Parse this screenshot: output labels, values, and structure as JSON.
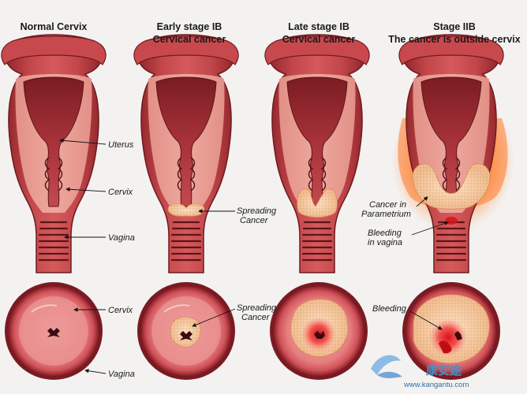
{
  "titles": {
    "normal": [
      "Normal Cervix"
    ],
    "early": [
      "Early stage IB",
      "Cervical cancer"
    ],
    "late": [
      "Late stage IB",
      "Cervical cancer"
    ],
    "stage2": [
      "Stage IIB",
      "The cancer is outside cervix"
    ]
  },
  "labels": {
    "uterus": [
      "Uterus"
    ],
    "cervix": [
      "Cervix"
    ],
    "vagina": [
      "Vagina"
    ],
    "spreading_top": [
      "Spreading",
      "Cancer"
    ],
    "parametrium": [
      "Cancer in",
      "Parametrium"
    ],
    "bleeding_vagina": [
      "Bleeding",
      "in vagina"
    ],
    "cervix_bottom": [
      "Cervix"
    ],
    "vagina_bottom": [
      "Vagina"
    ],
    "spreading_bottom": [
      "Spreading",
      "Cancer"
    ],
    "bleeding_bottom": [
      "Bleeding"
    ]
  },
  "watermark": {
    "brand": "康安途",
    "url": "www.kangantu.com"
  },
  "colors": {
    "tissue": "#b83a3e",
    "tissue_dark": "#7d1f24",
    "inner": "#e07d7a",
    "cancer": "#f4c9a0",
    "bleeding": "#e02020",
    "halo": "#ff7a22"
  }
}
